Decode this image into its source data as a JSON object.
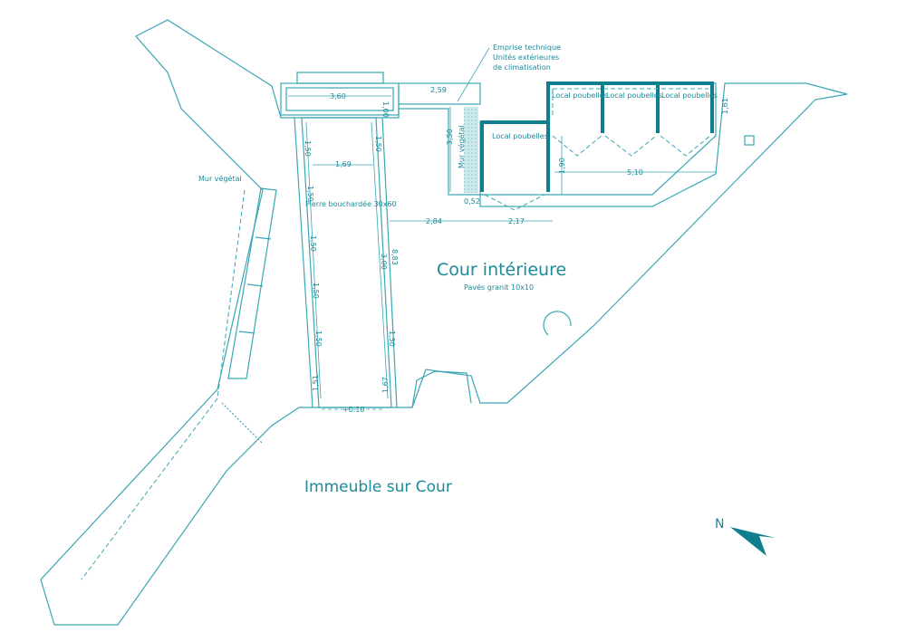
{
  "title": "Cour intérieure",
  "subtitle": "Pavés granit 10x10",
  "building": "Immeuble sur Cour",
  "north": "N",
  "walkway": "Pierre bouchardée 30x60",
  "green_wall_left": "Mur végétal",
  "green_wall_right": "Mur végétal",
  "technical": [
    "Emprise technique",
    "Unités extérieures",
    "de climatisation"
  ],
  "bins": [
    "Local poubelles",
    "Local poubelles",
    "Local poubelles",
    "Local poubelles"
  ],
  "dimensions": {
    "d360": "3,60",
    "d100": "1,00",
    "d259": "2,59",
    "d350": "3,50",
    "d169": "1,69",
    "d150": "1,50",
    "d300": "3,00",
    "d883": "8,83",
    "d151": "1,51",
    "d167": "1,67",
    "d010": "+0.10",
    "d284": "2,84",
    "d217": "2,17",
    "d052": "0,52",
    "d190": "1,90",
    "d510": "5,10",
    "d161": "1,61"
  },
  "colors": {
    "line": "#3aa6b4",
    "thick": "#0f7f8f",
    "text": "#1b8a9a"
  }
}
